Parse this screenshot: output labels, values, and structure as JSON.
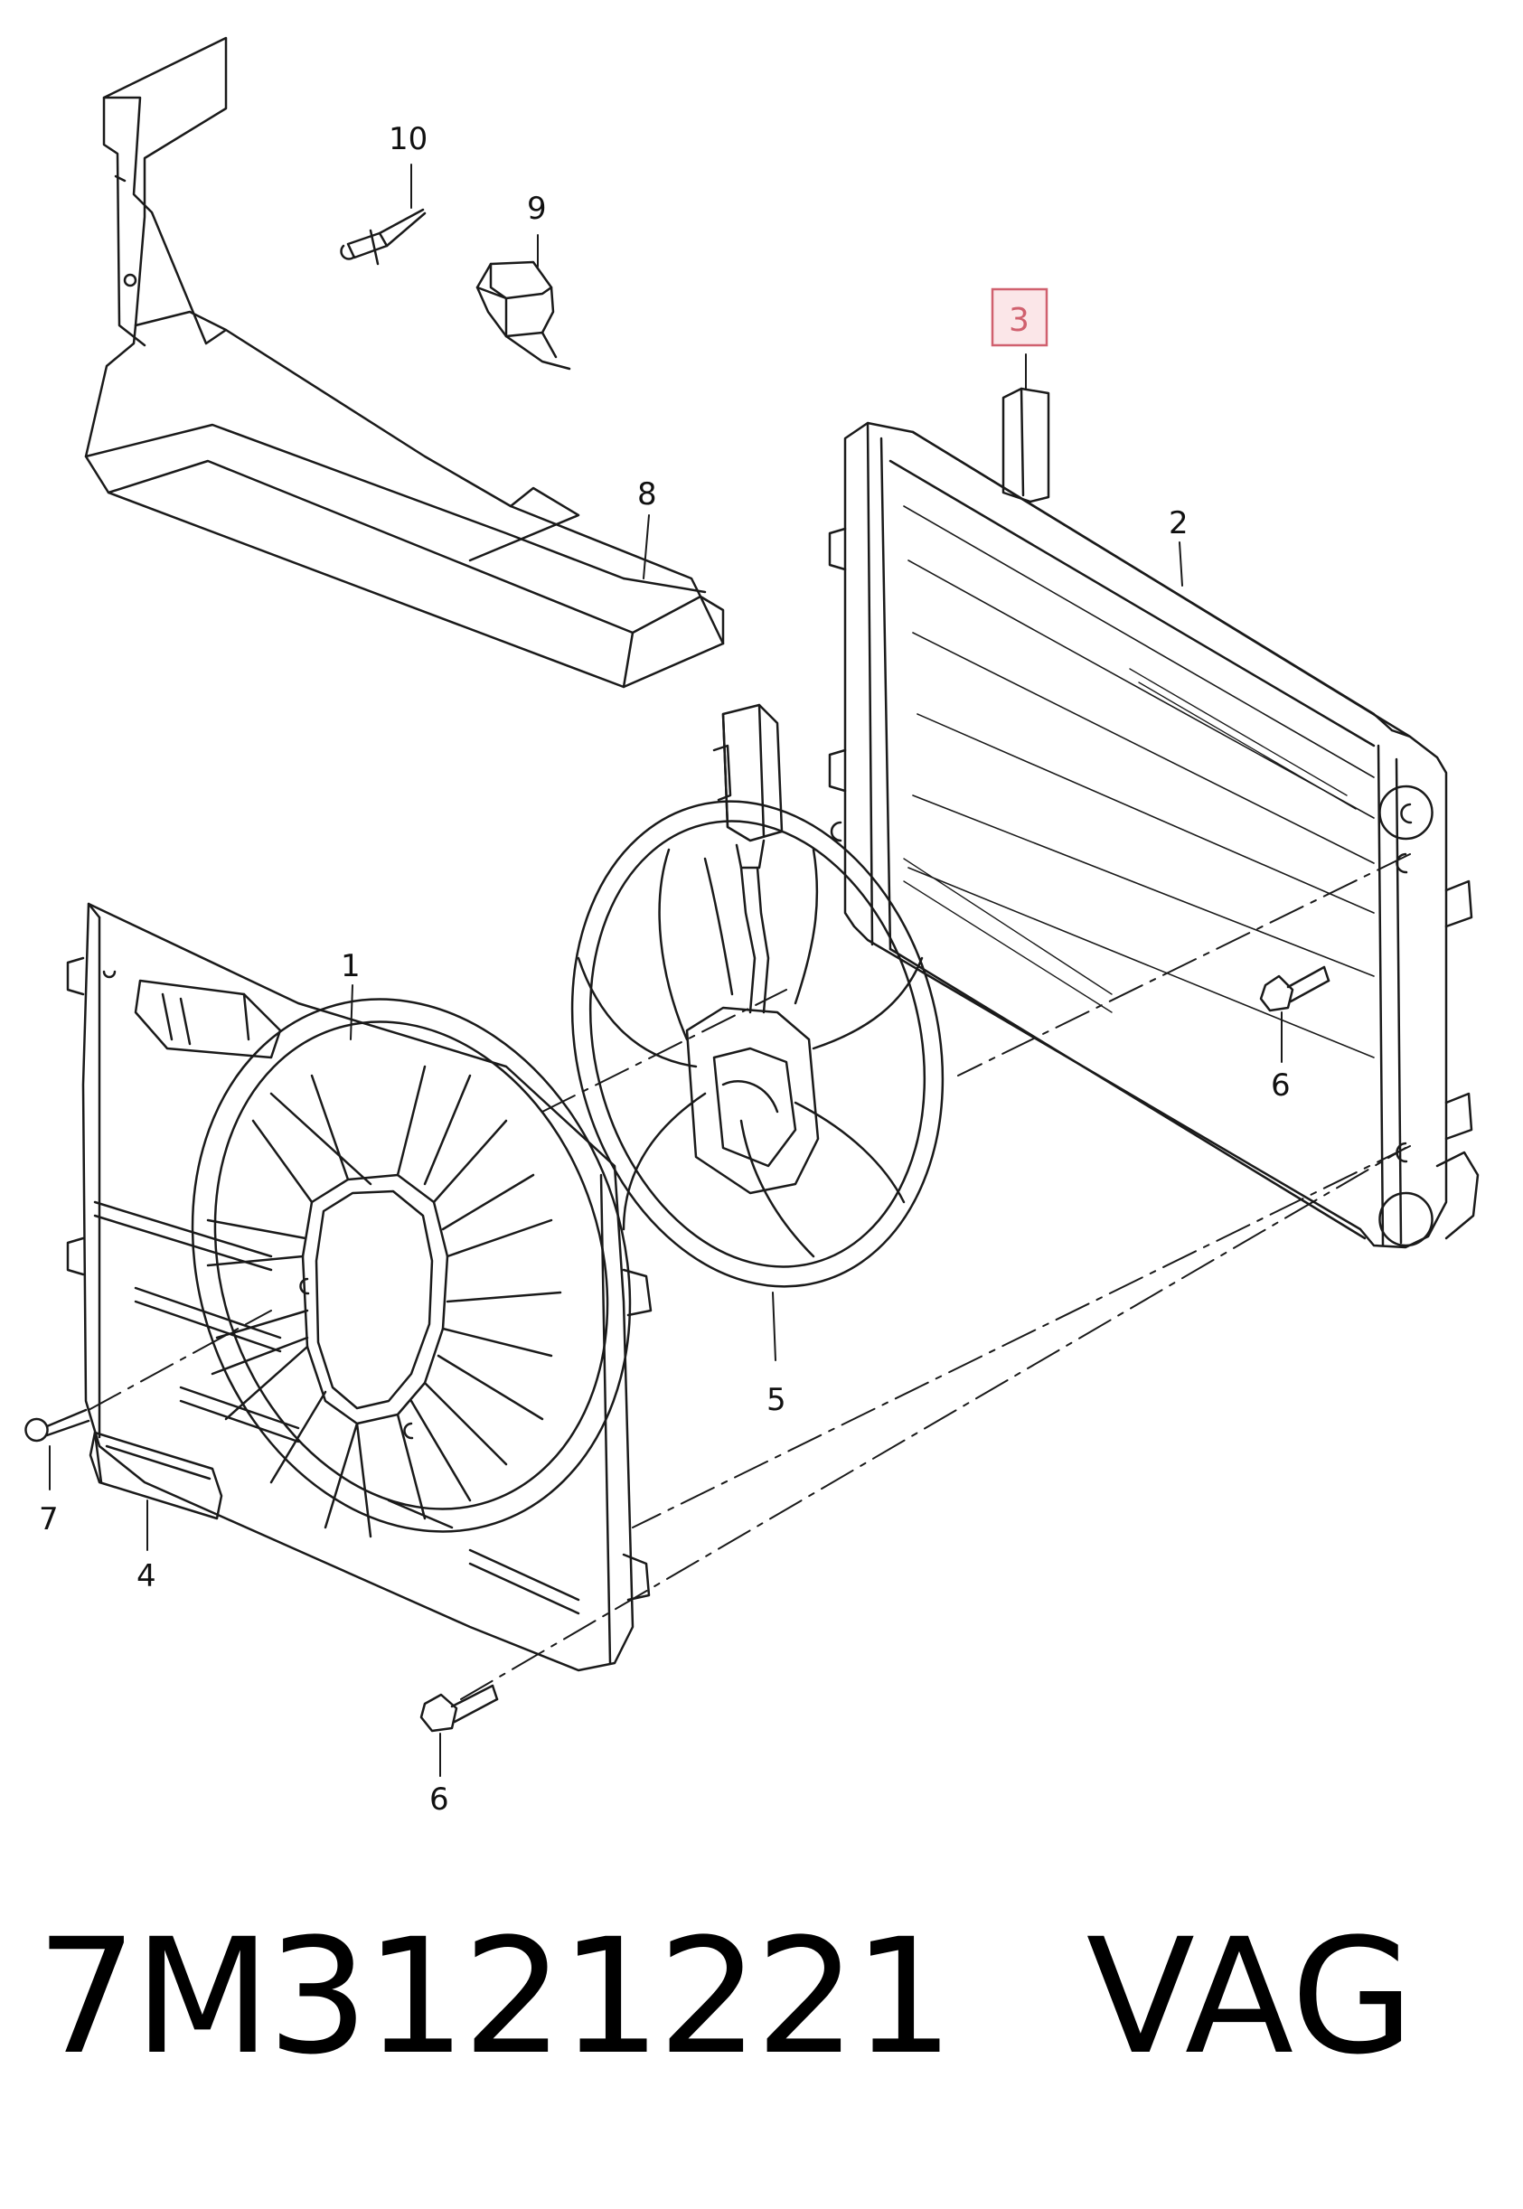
{
  "callouts": {
    "c1": "1",
    "c2": "2",
    "c3": "3",
    "c4": "4",
    "c5": "5",
    "c6a": "6",
    "c6b": "6",
    "c7": "7",
    "c8": "8",
    "c9": "9",
    "c10": "10"
  },
  "highlight": {
    "callout": "3",
    "color": "#d0606e",
    "fill": "#fbe6e8"
  },
  "footer": {
    "part_number": "7M3121221",
    "brand": "VAG"
  },
  "colors": {
    "line": "#1a1a1a",
    "background": "#ffffff"
  }
}
